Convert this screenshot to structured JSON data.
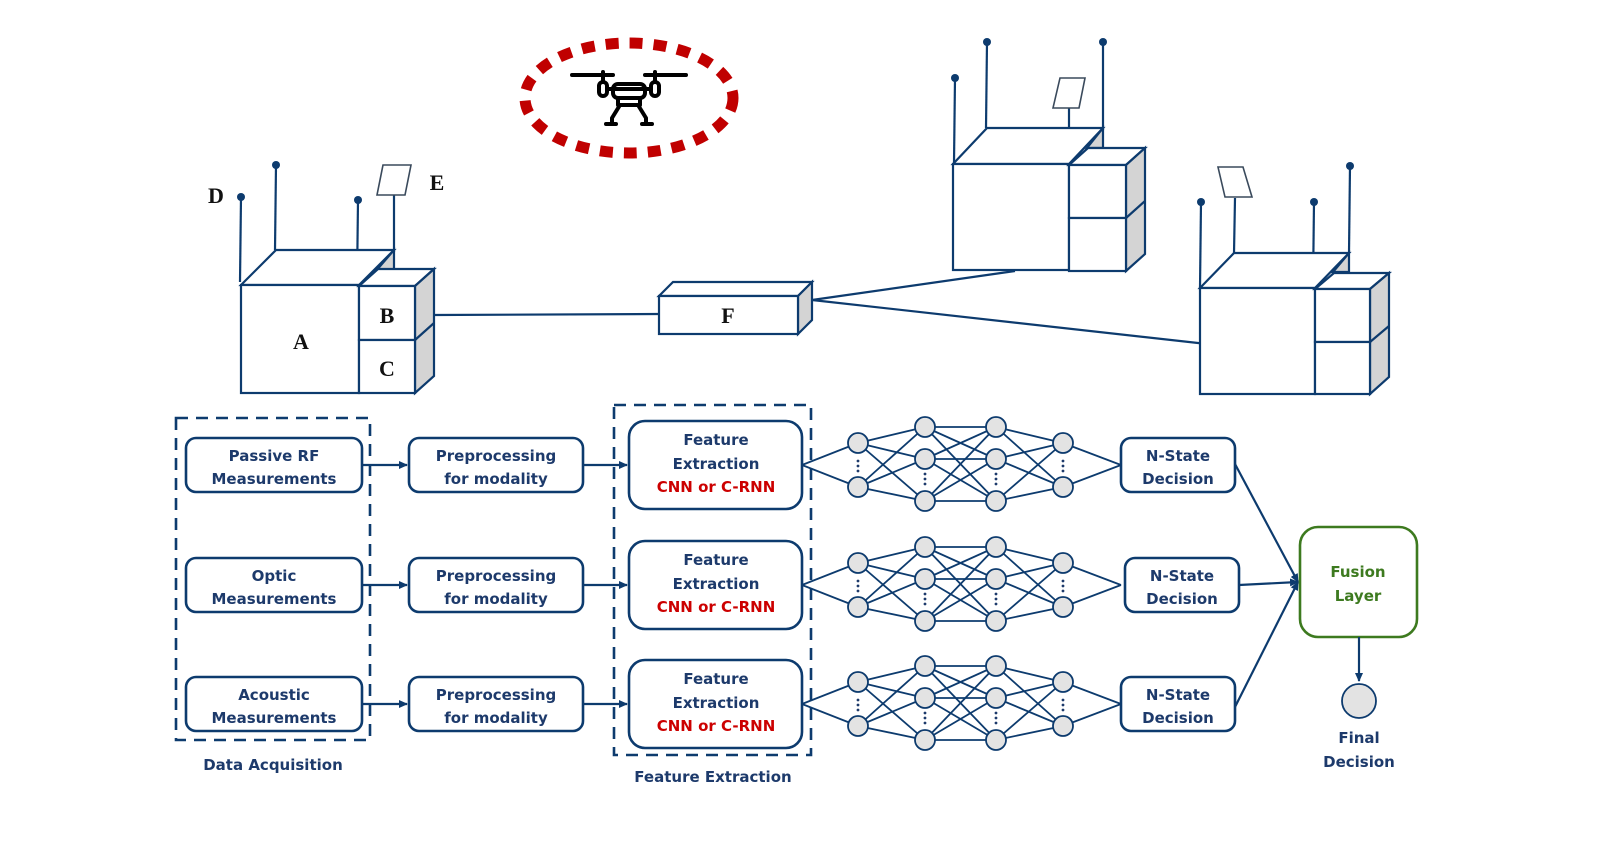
{
  "scene": {
    "drone": {
      "icon": "drone-icon",
      "ring_color": "#c00000"
    },
    "sensor_node_labels": {
      "main_unit": "A",
      "module_b": "B",
      "module_c": "C",
      "antenna": "D",
      "panel": "E"
    },
    "hub_label": "F"
  },
  "pipeline": {
    "groups": {
      "data_acquisition": "Data Acquisition",
      "feature_extraction": "Feature Extraction"
    },
    "rows": [
      {
        "source": [
          "Passive RF",
          "Measurements"
        ],
        "preprocess": [
          "Preprocessing",
          "for modality"
        ],
        "feature": [
          "Feature",
          "Extraction"
        ],
        "feature_model": "CNN or C-RNN",
        "decision": [
          "N-State",
          "Decision"
        ]
      },
      {
        "source": [
          "Optic",
          "Measurements"
        ],
        "preprocess": [
          "Preprocessing",
          "for modality"
        ],
        "feature": [
          "Feature",
          "Extraction"
        ],
        "feature_model": "CNN or C-RNN",
        "decision": [
          "N-State",
          "Decision"
        ]
      },
      {
        "source": [
          "Acoustic",
          "Measurements"
        ],
        "preprocess": [
          "Preprocessing",
          "for modality"
        ],
        "feature": [
          "Feature",
          "Extraction"
        ],
        "feature_model": "CNN or C-RNN",
        "decision": [
          "N-State",
          "Decision"
        ]
      }
    ],
    "fusion": [
      "Fusion",
      "Layer"
    ],
    "final": [
      "Final",
      "Decision"
    ],
    "colors": {
      "primary": "#1d3a6b",
      "model": "#cc0000",
      "fusion": "#3d7a1f"
    }
  }
}
